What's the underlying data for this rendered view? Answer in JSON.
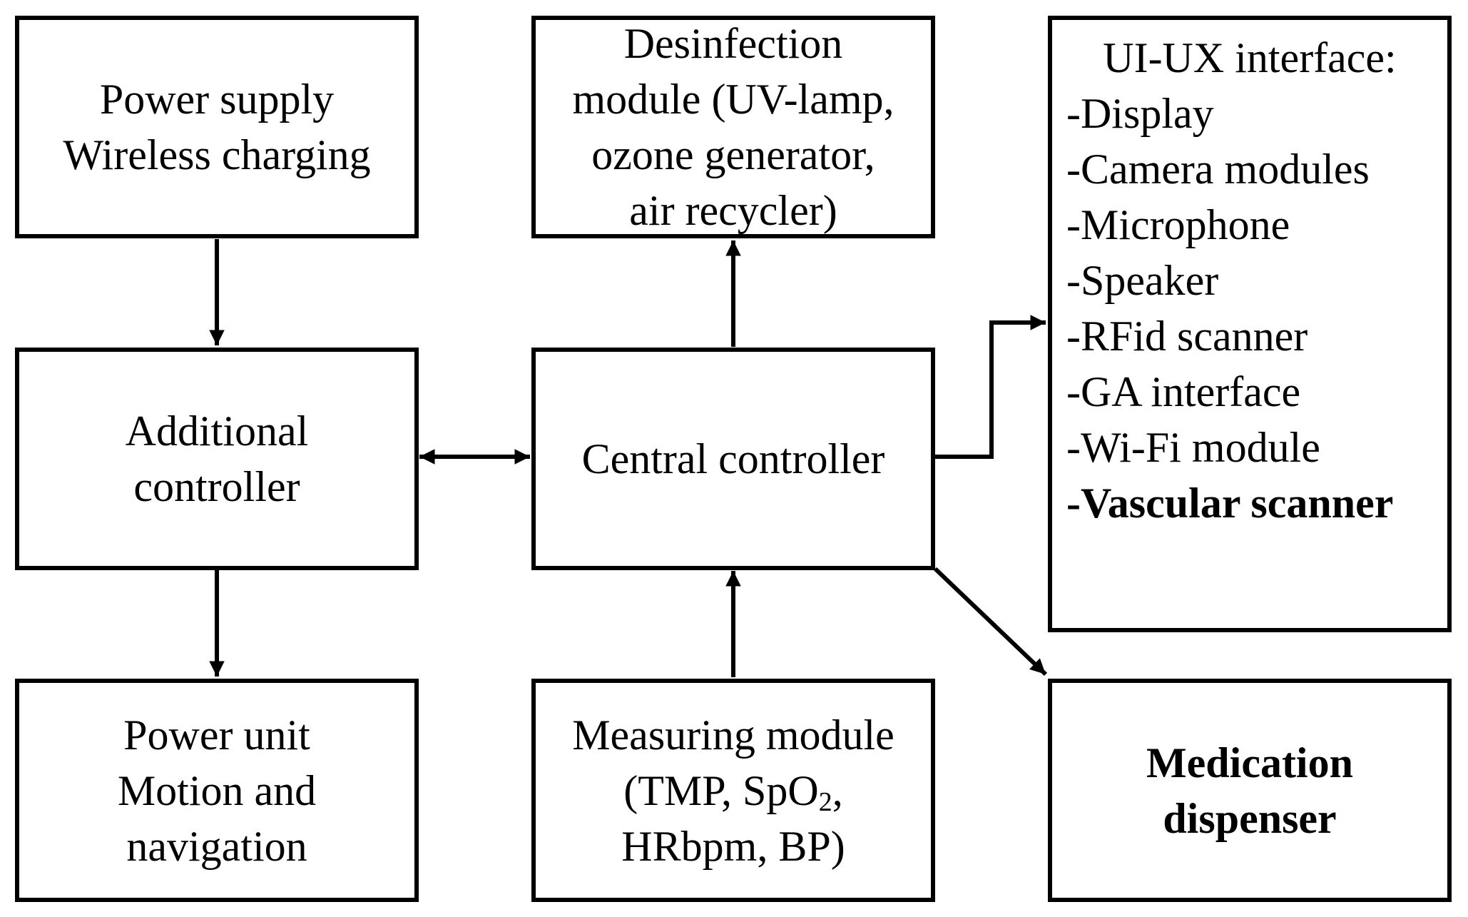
{
  "diagram": {
    "blocks": {
      "power_supply": [
        "Power supply",
        "Wireless charging"
      ],
      "disinfection": [
        "Desinfection",
        "module (UV-lamp,",
        "ozone generator,",
        "air recycler)"
      ],
      "ui_ux": {
        "title": "UI-UX interface:",
        "items": [
          "-Display",
          "-Camera modules",
          "-Microphone",
          "-Speaker",
          "-RFid scanner",
          "-GA interface",
          "-Wi-Fi module"
        ],
        "highlighted_item": "-Vascular scanner"
      },
      "additional_controller": [
        "Additional",
        "controller"
      ],
      "central_controller": "Central controller",
      "power_unit": [
        "Power unit",
        "Motion and",
        "navigation"
      ],
      "measuring": {
        "line1": "Measuring module",
        "line2_prefix": "(TMP, SpO",
        "line2_sub": "2",
        "line2_suffix": ",",
        "line3": "HRbpm, BP)"
      },
      "medication": [
        "Medication",
        "dispenser"
      ]
    },
    "connections": [
      {
        "from": "Power supply / Wireless charging",
        "to": "Additional controller"
      },
      {
        "from": "Additional controller",
        "to": "Power unit / Motion and navigation"
      },
      {
        "from": "Additional controller",
        "to": "Central controller",
        "bidirectional": true
      },
      {
        "from": "Central controller",
        "to": "Desinfection module"
      },
      {
        "from": "Measuring module",
        "to": "Central controller"
      },
      {
        "from": "Central controller",
        "to": "UI-UX interface"
      },
      {
        "from": "Central controller",
        "to": "Medication dispenser"
      }
    ],
    "colors": {
      "stroke": "#000000",
      "background": "#ffffff"
    }
  }
}
